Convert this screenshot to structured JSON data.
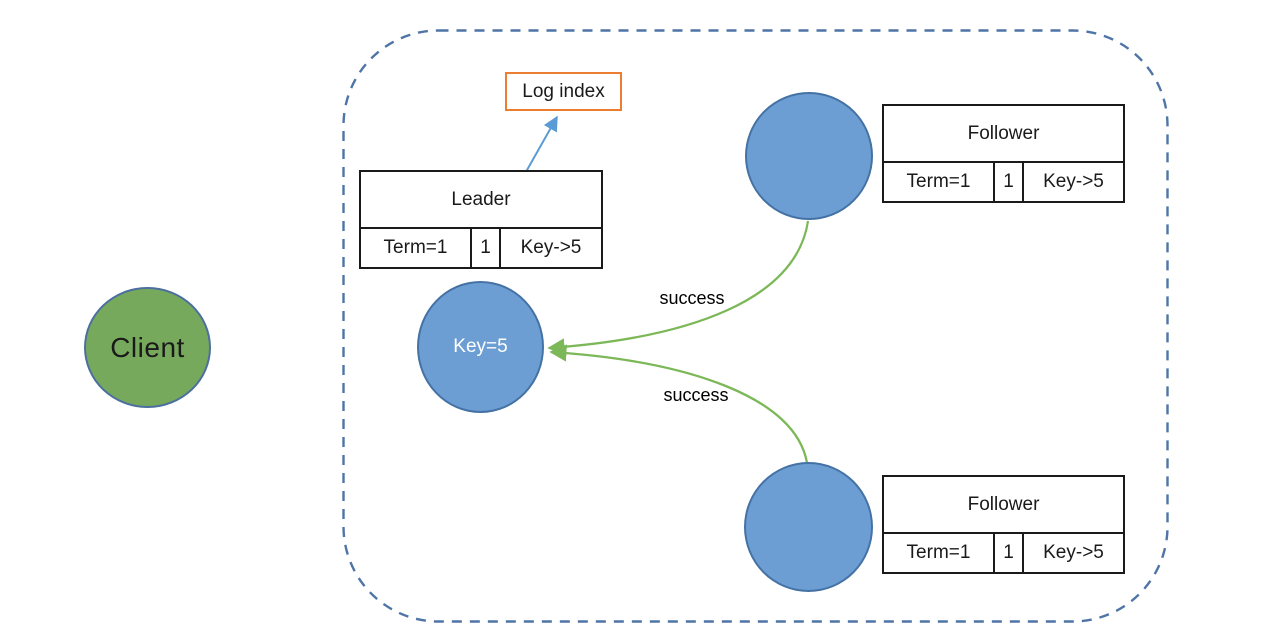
{
  "colors": {
    "client_fill": "#77A95D",
    "client_stroke": "#4C6F9E",
    "node_fill": "#6D9ED3",
    "node_stroke": "#4472A4",
    "success_green": "#7CB857",
    "connector_blue": "#5B9BD5",
    "boundary_blue": "#4F74A6",
    "log_box_orange": "#ED7D31",
    "table_border": "#1A1A1A"
  },
  "client": {
    "label": "Client"
  },
  "cluster": {
    "log_index_box": {
      "label": "Log index"
    },
    "leader": {
      "title": "Leader",
      "term": "Term=1",
      "index": "1",
      "entry": "Key->5"
    },
    "commit_node": {
      "label": "Key=5"
    },
    "followers": [
      {
        "title": "Follower",
        "term": "Term=1",
        "index": "1",
        "entry": "Key->5"
      },
      {
        "title": "Follower",
        "term": "Term=1",
        "index": "1",
        "entry": "Key->5"
      }
    ],
    "ack_labels": {
      "top": "success",
      "bottom": "success"
    }
  }
}
